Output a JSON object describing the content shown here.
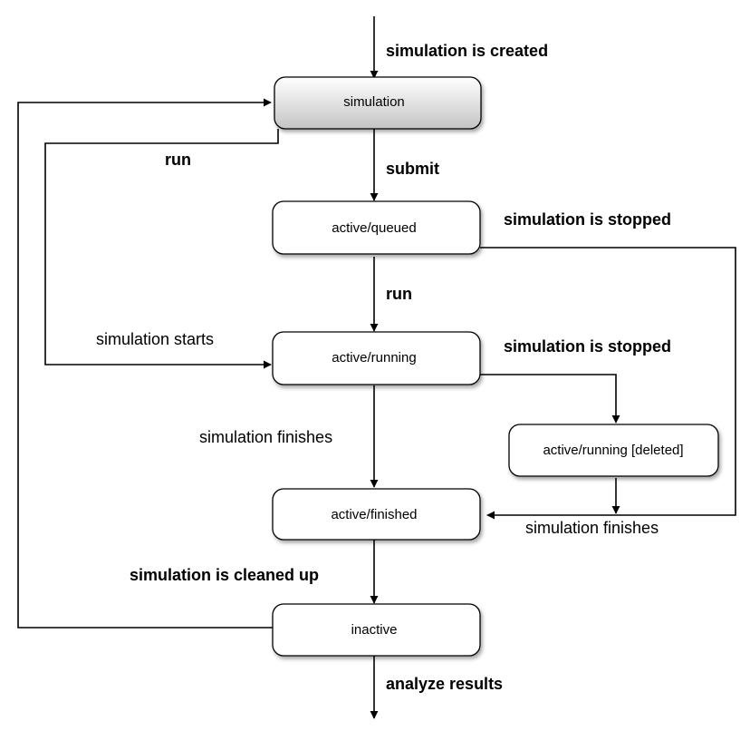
{
  "states": {
    "simulation": "simulation",
    "active_queued": "active/queued",
    "active_running": "active/running",
    "active_running_deleted": "active/running [deleted]",
    "active_finished": "active/finished",
    "inactive": "inactive"
  },
  "transitions": {
    "created": "simulation is created",
    "submit": "submit",
    "run_queued": "run",
    "run_direct": "run",
    "stopped_queued": "simulation is stopped",
    "stopped_running": "simulation is stopped",
    "starts": "simulation starts",
    "finishes_running": "simulation finishes",
    "finishes_deleted": "simulation finishes",
    "cleaned_up": "simulation is cleaned up",
    "analyze": "analyze results"
  },
  "colors": {
    "node_fill": "#ffffff",
    "start_gradient_top": "#ffffff",
    "start_gradient_bottom": "#c8c8c8",
    "line": "#000000"
  }
}
